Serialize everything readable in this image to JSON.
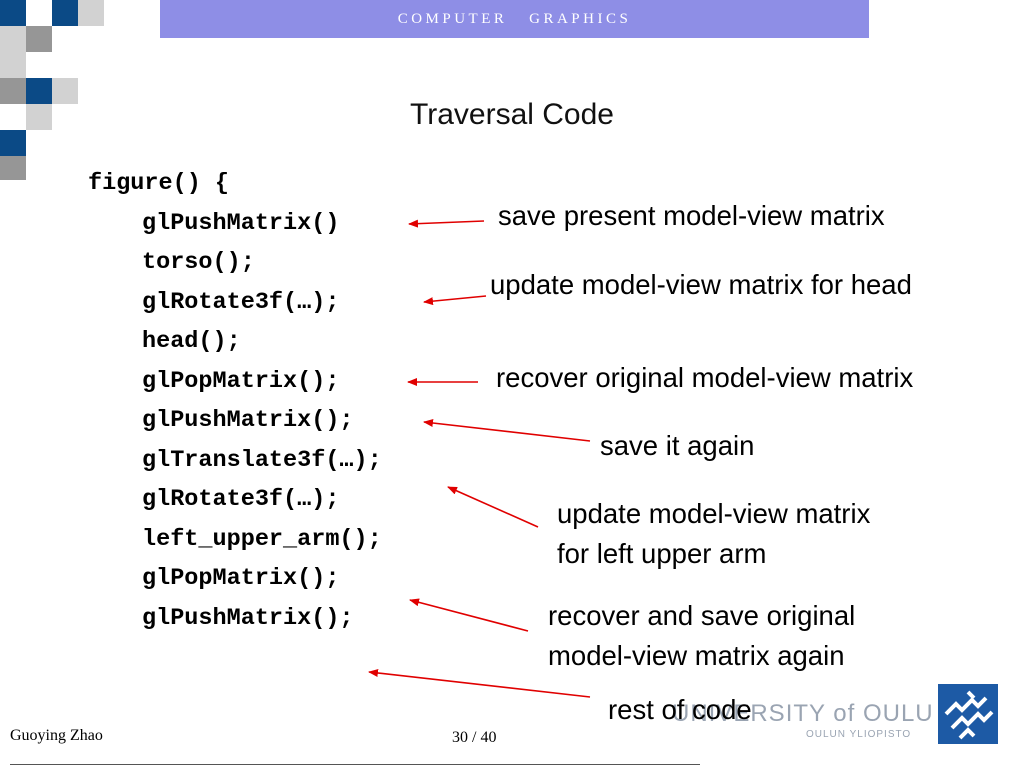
{
  "header": {
    "text": "COMPUTER   GRAPHICS"
  },
  "slide": {
    "title": "Traversal Code",
    "code_lines": [
      "figure() {",
      "glPushMatrix()",
      "torso();",
      "glRotate3f(…);",
      "head();",
      "glPopMatrix();",
      "glPushMatrix();",
      "glTranslate3f(…);",
      "glRotate3f(…);",
      "left_upper_arm();",
      "glPopMatrix();",
      "glPushMatrix();"
    ],
    "annotations": [
      "save present model-view matrix",
      "update model-view matrix for head",
      "recover original model-view matrix",
      "save it again",
      "update model-view matrix\nfor left upper arm",
      "recover and save original\nmodel-view matrix again",
      "rest of code"
    ],
    "arrow_color": "#e00000"
  },
  "logo": {
    "university_text": "UNIVERSITY of OULU",
    "sub_text": "OULUN YLIOPISTO",
    "color": "#1d5aa5"
  },
  "footer": {
    "author": "Guoying Zhao",
    "page": "30 / 40"
  }
}
